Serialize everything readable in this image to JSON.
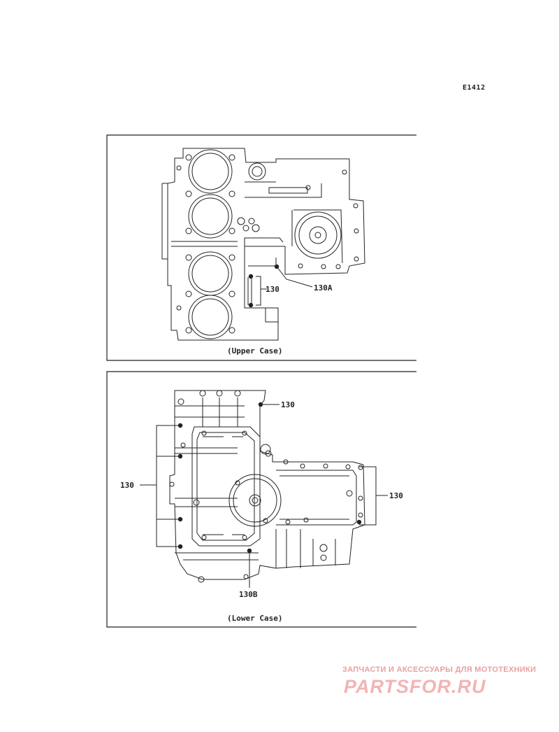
{
  "diagram_code": "E1412",
  "upper_panel": {
    "caption": "(Upper Case)",
    "callouts": [
      {
        "id": "upper-130",
        "text": "130"
      },
      {
        "id": "upper-130a",
        "text": "130A"
      }
    ]
  },
  "lower_panel": {
    "caption": "(Lower Case)",
    "callouts": [
      {
        "id": "lower-130-top",
        "text": "130"
      },
      {
        "id": "lower-130-left",
        "text": "130"
      },
      {
        "id": "lower-130-right",
        "text": "130"
      },
      {
        "id": "lower-130b",
        "text": "130B"
      }
    ]
  },
  "watermark": {
    "tagline": "ЗАПЧАСТИ И АКСЕССУАРЫ ДЛЯ МОТОТЕХНИКИ",
    "brand": "PARTSFOR.RU"
  },
  "colors": {
    "line": "#222222",
    "watermark": "#f0a8a8"
  }
}
